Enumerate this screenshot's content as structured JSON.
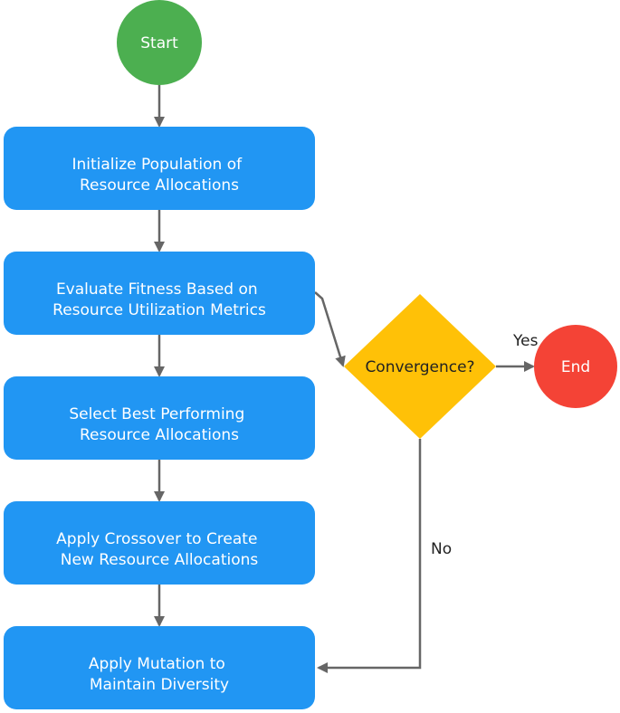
{
  "colors": {
    "start": "#4caf50",
    "process": "#2196f3",
    "decision": "#ffc107",
    "end": "#f44336",
    "edge": "#666666"
  },
  "nodes": {
    "start": {
      "label": "Start"
    },
    "init": {
      "lines": [
        "Initialize Population of",
        "Resource Allocations"
      ]
    },
    "evaluate": {
      "lines": [
        "Evaluate Fitness Based on",
        "Resource Utilization Metrics"
      ]
    },
    "select": {
      "lines": [
        "Select Best Performing",
        "Resource Allocations"
      ]
    },
    "crossover": {
      "lines": [
        "Apply Crossover to Create",
        "New Resource Allocations"
      ]
    },
    "mutation": {
      "lines": [
        "Apply Mutation to",
        "Maintain Diversity"
      ]
    },
    "decision": {
      "label": "Convergence?"
    },
    "end": {
      "label": "End"
    }
  },
  "edge_labels": {
    "yes": "Yes",
    "no": "No"
  }
}
